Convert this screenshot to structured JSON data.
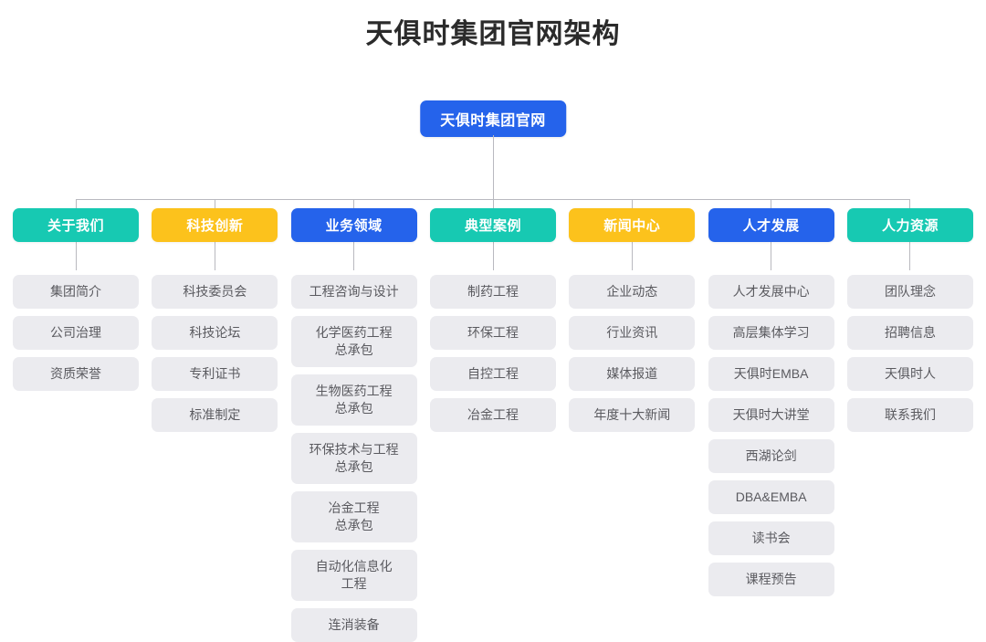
{
  "page": {
    "title": "天俱时集团官网架构",
    "background": "#ffffff"
  },
  "colors": {
    "teal": "#17c9b2",
    "yellow": "#fcc21c",
    "blue": "#2563eb",
    "item_bg": "#ebebef",
    "item_text": "#5a5a5f",
    "connector": "#b9b9bf",
    "title_text": "#2b2b2b"
  },
  "root": {
    "label": "天俱时集团官网",
    "color": "#2563eb"
  },
  "columns": [
    {
      "header": "关于我们",
      "color": "teal",
      "items": [
        "集团简介",
        "公司治理",
        "资质荣誉"
      ]
    },
    {
      "header": "科技创新",
      "color": "yellow",
      "items": [
        "科技委员会",
        "科技论坛",
        "专利证书",
        "标准制定"
      ]
    },
    {
      "header": "业务领域",
      "color": "blue",
      "items": [
        "工程咨询与设计",
        "化学医药工程\n总承包",
        "生物医药工程\n总承包",
        "环保技术与工程\n总承包",
        "冶金工程\n总承包",
        "自动化信息化\n工程",
        "连消装备"
      ]
    },
    {
      "header": "典型案例",
      "color": "teal",
      "items": [
        "制药工程",
        "环保工程",
        "自控工程",
        "冶金工程"
      ]
    },
    {
      "header": "新闻中心",
      "color": "yellow",
      "items": [
        "企业动态",
        "行业资讯",
        "媒体报道",
        "年度十大新闻"
      ]
    },
    {
      "header": "人才发展",
      "color": "blue",
      "items": [
        "人才发展中心",
        "高层集体学习",
        "天俱时EMBA",
        "天俱时大讲堂",
        "西湖论剑",
        "DBA&EMBA",
        "读书会",
        "课程预告"
      ]
    },
    {
      "header": "人力资源",
      "color": "teal",
      "items": [
        "团队理念",
        "招聘信息",
        "天俱时人",
        "联系我们"
      ]
    }
  ]
}
